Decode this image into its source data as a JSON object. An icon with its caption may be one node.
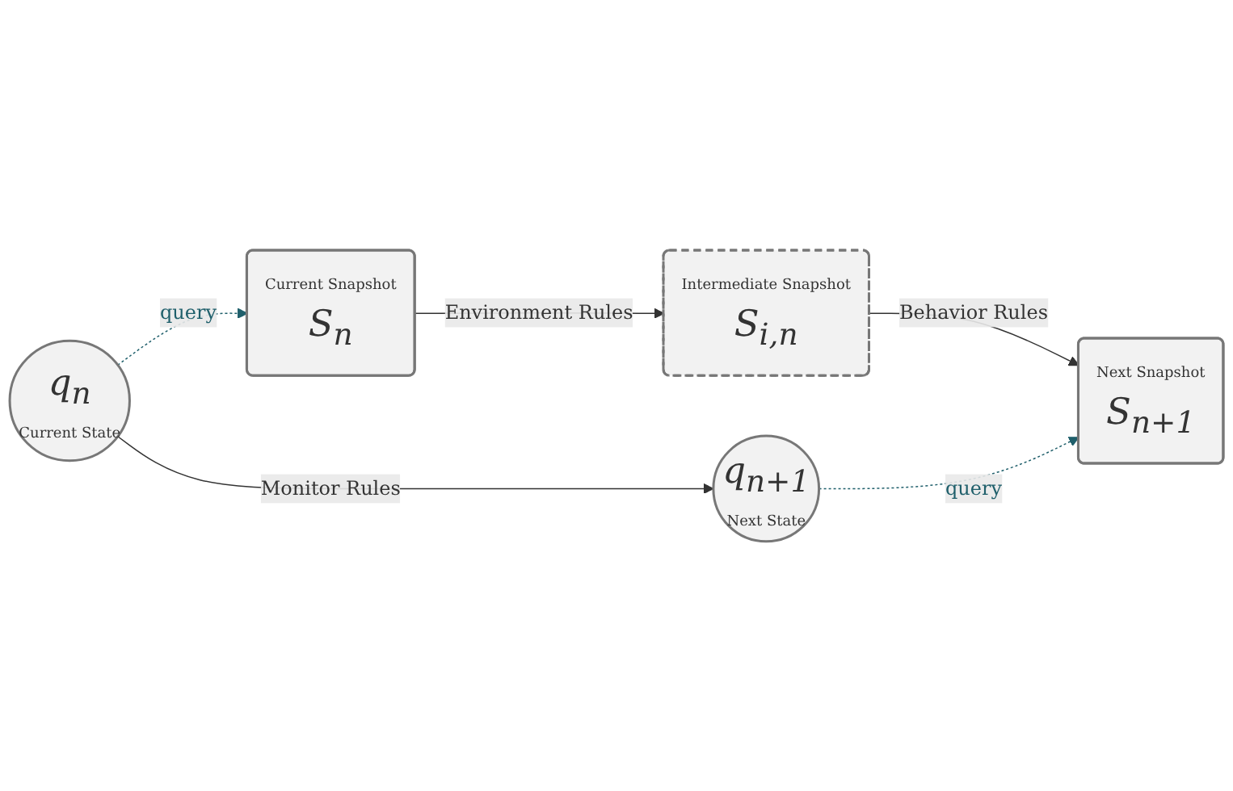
{
  "diagram": {
    "nodes": [
      {
        "text": [
          "Current Snapshot",
          "S$_{n}$"
        ]
      },
      {
        "text": [
          "Intermediate Snapshot",
          "S$_{i,n}$"
        ]
      },
      {
        "text": [
          "Next Snapshot",
          "S$_{n+1}$"
        ]
      },
      {
        "text": [
          "q$_{n}$",
          "Current State"
        ]
      },
      {
        "text": [
          "q$_{n+1}$",
          "Next State"
        ]
      }
    ],
    "edges": [
      {
        "from": 0,
        "to": 1,
        "arrow": "to",
        "label": "Environment Rules"
      },
      {
        "from": 1,
        "to": 2,
        "arrow": "to",
        "label": "Behavior Rules"
      },
      {
        "from": 3,
        "to": 4,
        "arrow": "to",
        "label": "Monitor Rules"
      },
      {
        "from": 3,
        "to": 0,
        "arrow": "to",
        "label": "query",
        "style": "dashed",
        "color": "#1f5f6b"
      },
      {
        "from": 4,
        "to": 2,
        "arrow": "to",
        "label": "query",
        "style": "dashed",
        "color": "#1f5f6b"
      }
    ]
  }
}
